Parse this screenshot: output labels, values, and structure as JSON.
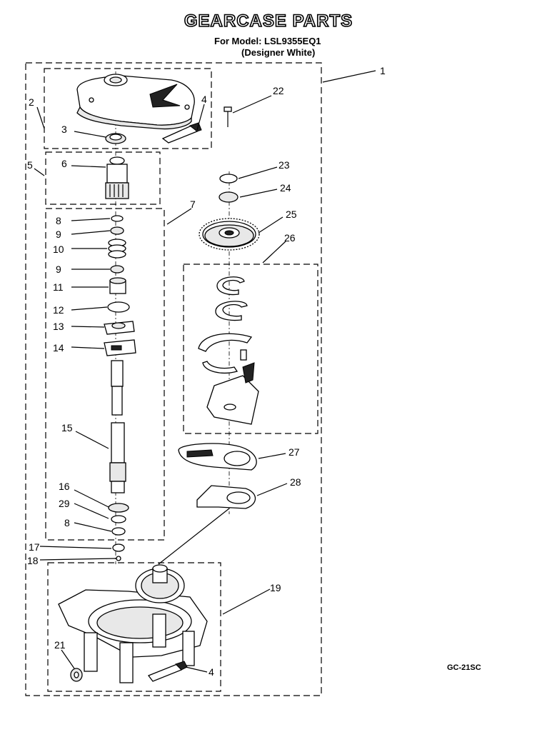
{
  "header": {
    "title": "GEARCASE PARTS",
    "model_line": "For Model: LSL9355EQ1",
    "edition_line": "(Designer White)"
  },
  "diagram_code": "GC-21SC",
  "callouts": {
    "c1": "1",
    "c2": "2",
    "c3": "3",
    "c4a": "4",
    "c4b": "4",
    "c5": "5",
    "c6": "6",
    "c7": "7",
    "c8a": "8",
    "c8b": "8",
    "c9a": "9",
    "c9b": "9",
    "c10": "10",
    "c11": "11",
    "c12": "12",
    "c13": "13",
    "c14": "14",
    "c15": "15",
    "c16": "16",
    "c17": "17",
    "c18": "18",
    "c19": "19",
    "c21": "21",
    "c22": "22",
    "c23": "23",
    "c24": "24",
    "c25": "25",
    "c26": "26",
    "c27": "27",
    "c28": "28",
    "c29": "29"
  }
}
